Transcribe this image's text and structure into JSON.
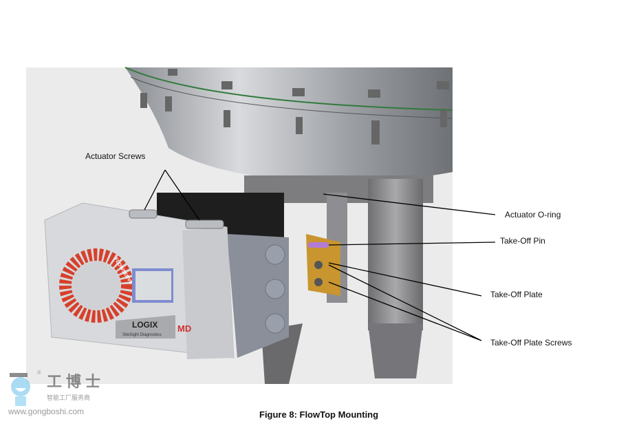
{
  "figure": {
    "caption": "Figure 8:  FlowTop Mounting",
    "callouts": {
      "actuator_screws": "Actuator Screws",
      "actuator_oring": "Actuator O-ring",
      "takeoff_pin": "Take-Off Pin",
      "takeoff_plate": "Take-Off Plate",
      "takeoff_plate_screws": "Take-Off Plate Screws"
    },
    "device_text": {
      "brand": "LOGIX",
      "model": "MD",
      "sub": "SiteSight Diagnostics",
      "ring": "FLOWSERVE"
    }
  },
  "watermark": {
    "name": "工博士",
    "tagline": "智能工厂服务商",
    "url": "www.gongboshi.com",
    "reg": "®"
  }
}
